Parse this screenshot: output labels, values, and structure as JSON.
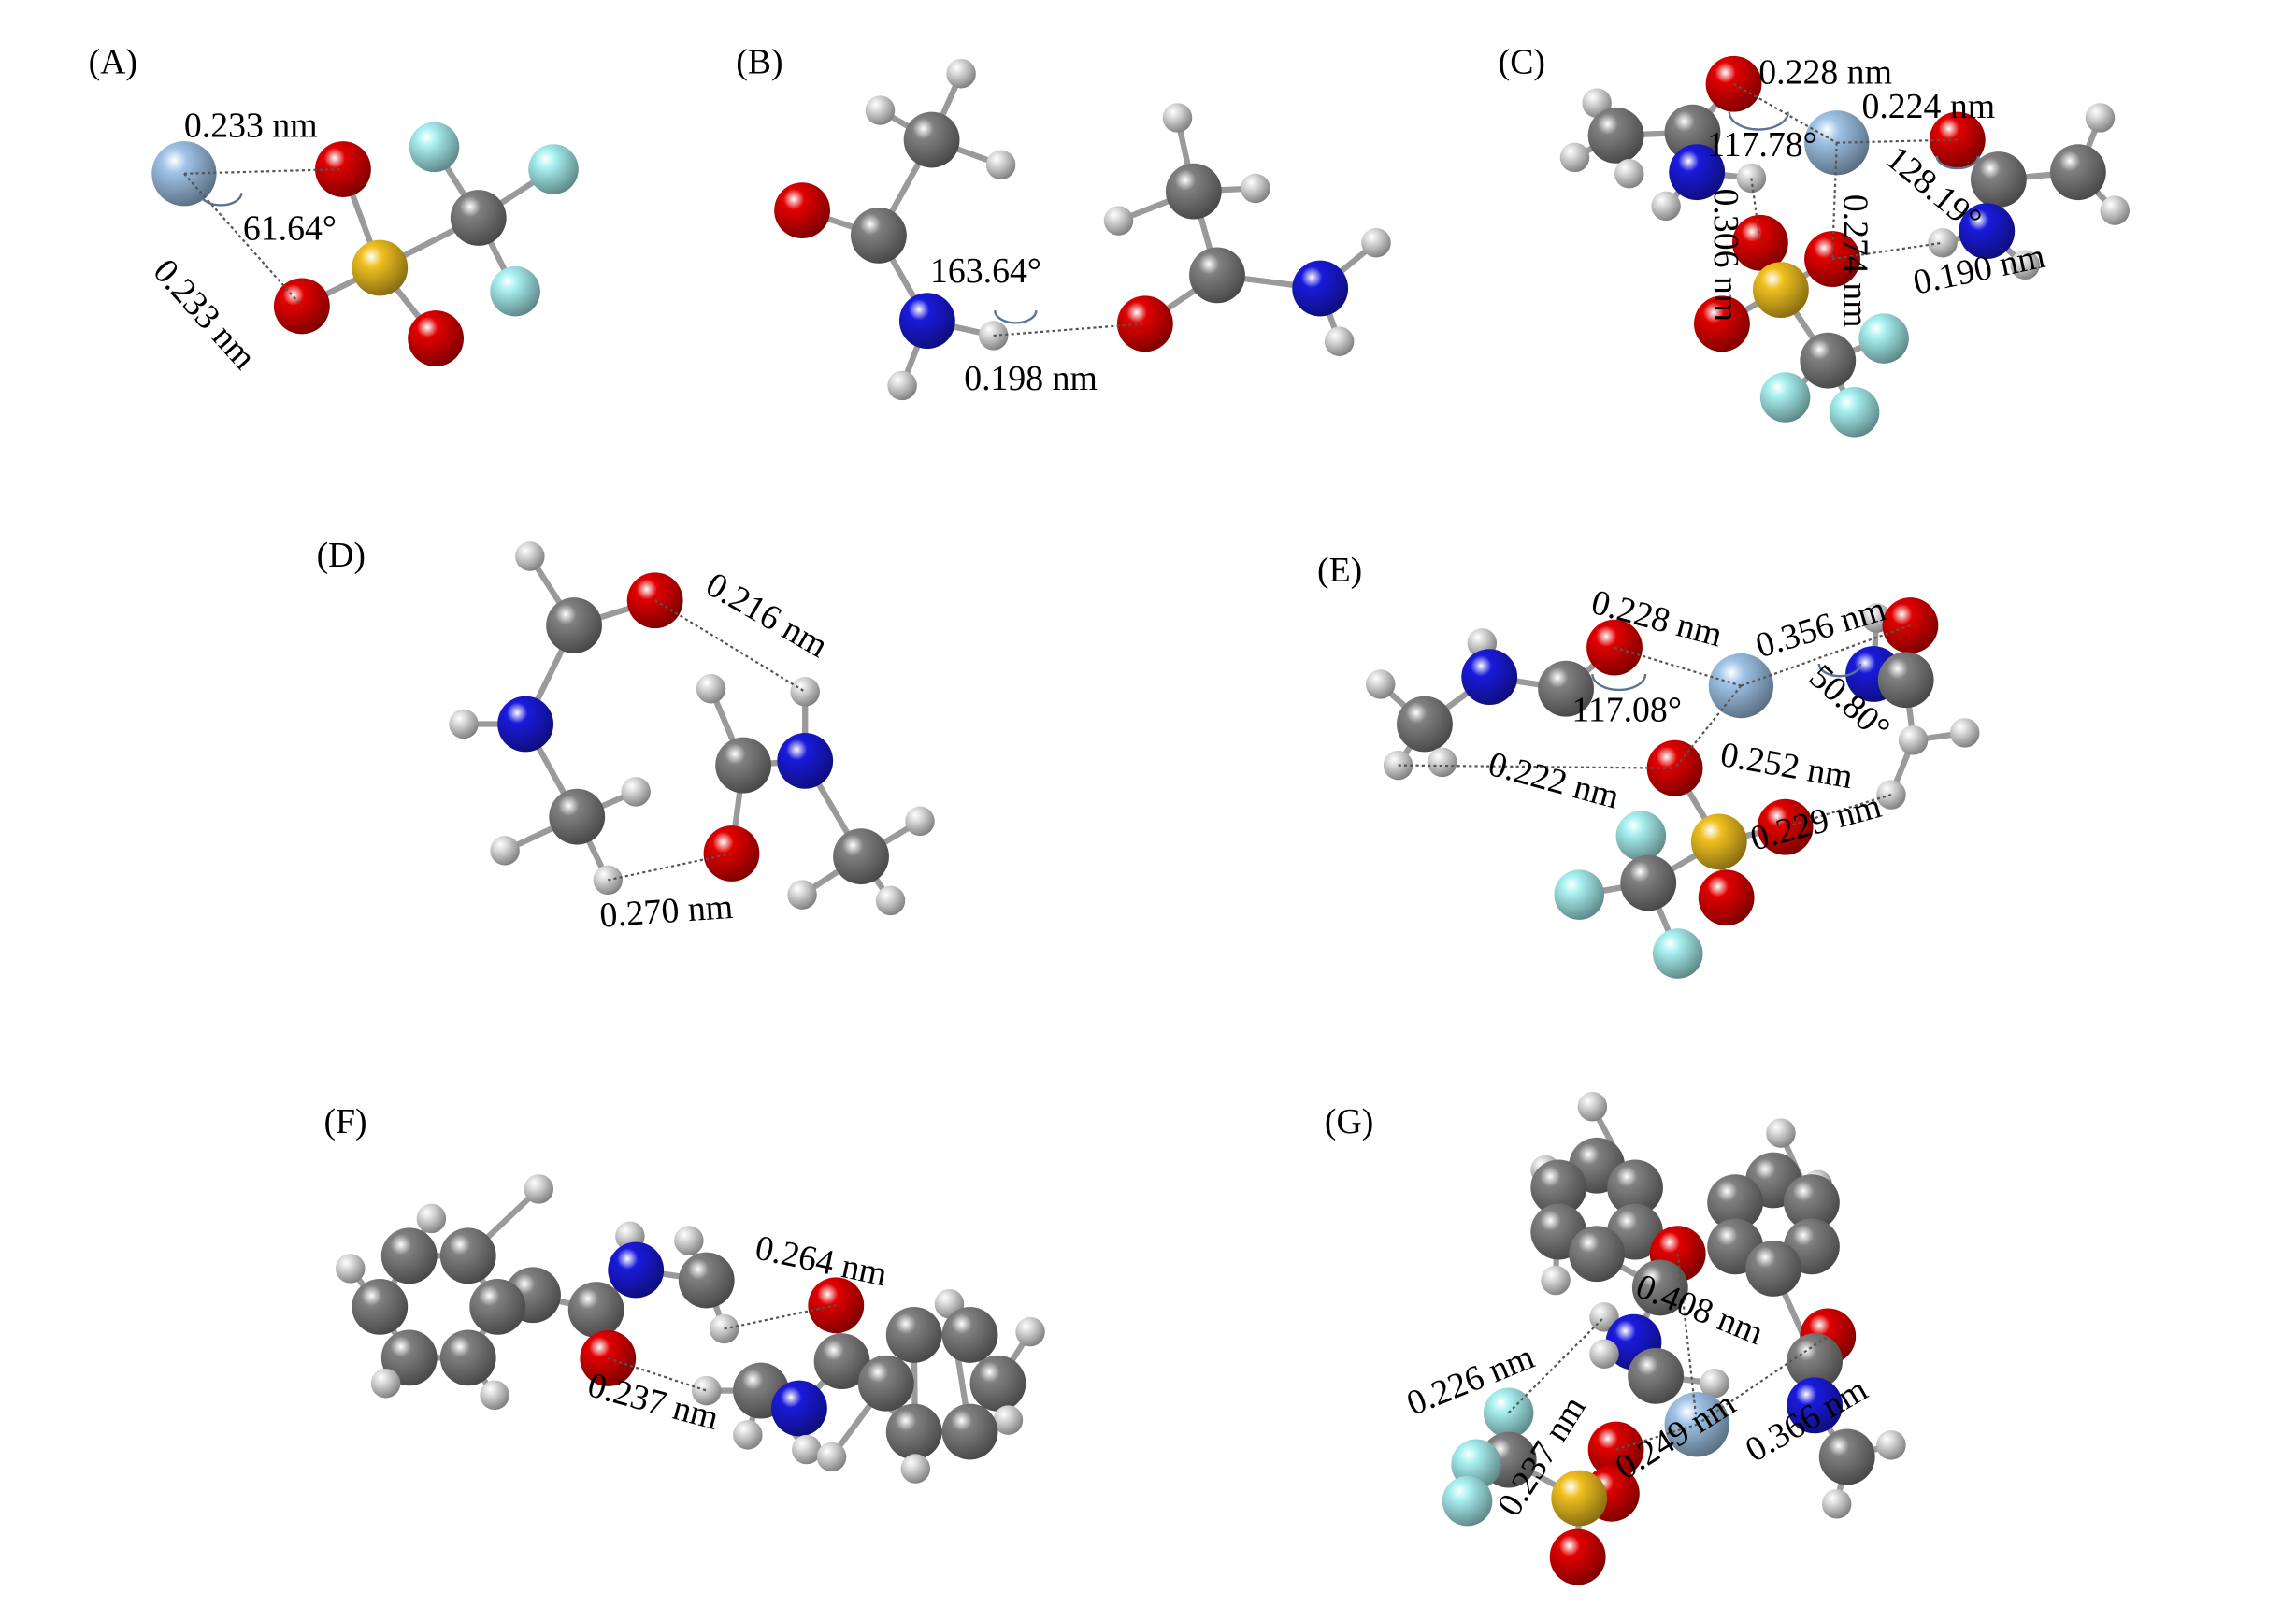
{
  "figure": {
    "panels": [
      {
        "id": "A",
        "label": "(A)",
        "annotations": [
          "0.233 nm",
          "61.64°",
          "0.233 nm"
        ]
      },
      {
        "id": "B",
        "label": "(B)",
        "annotations": [
          "163.64°",
          "0.198 nm"
        ]
      },
      {
        "id": "C",
        "label": "(C)",
        "annotations": [
          "0.228 nm",
          "0.224 nm",
          "117.78°",
          "128.19°",
          "0.274 nm",
          "0.306 nm",
          "0.190 nm"
        ]
      },
      {
        "id": "D",
        "label": "(D)",
        "annotations": [
          "0.216 nm",
          "0.270 nm"
        ]
      },
      {
        "id": "E",
        "label": "(E)",
        "annotations": [
          "0.228 nm",
          "0.356 nm",
          "50.80°",
          "117.08°",
          "0.252 nm",
          "0.222 nm",
          "0.229 nm"
        ]
      },
      {
        "id": "F",
        "label": "(F)",
        "annotations": [
          "0.264 nm",
          "0.237 nm"
        ]
      },
      {
        "id": "G",
        "label": "(G)",
        "annotations": [
          "0.408 nm",
          "0.226 nm",
          "0.237 nm",
          "0.249 nm",
          "0.366 nm"
        ]
      }
    ],
    "atom_colors": {
      "H": "#e0e0e0",
      "C": "#808080",
      "N": "#1a1adc",
      "O": "#e00000",
      "S": "#f0c020",
      "F": "#a8f0f0",
      "Li": "#a0c4e8"
    }
  }
}
